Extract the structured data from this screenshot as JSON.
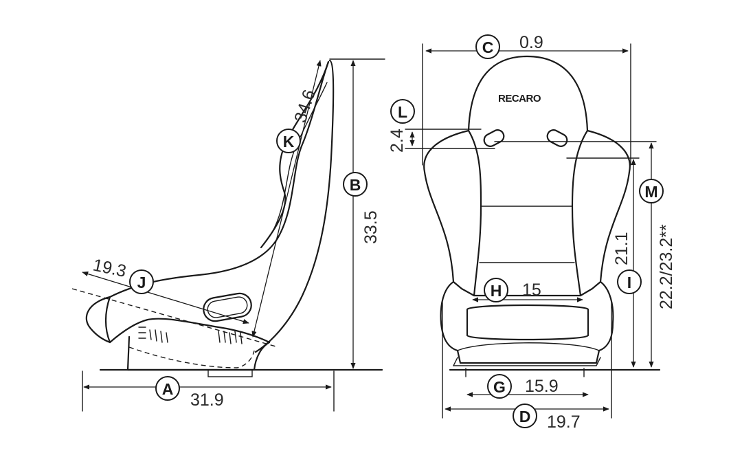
{
  "brand": "RECARO",
  "dimensions": [
    {
      "id": "A",
      "letter": "A",
      "value": "31.9"
    },
    {
      "id": "B",
      "letter": "B",
      "value": "33.5"
    },
    {
      "id": "C",
      "letter": "C",
      "value": "0.9"
    },
    {
      "id": "D",
      "letter": "D",
      "value": "19.7"
    },
    {
      "id": "G",
      "letter": "G",
      "value": "15.9"
    },
    {
      "id": "H",
      "letter": "H",
      "value": "15"
    },
    {
      "id": "I",
      "letter": "I",
      "value": "21.1"
    },
    {
      "id": "J",
      "letter": "J",
      "value": "19.3"
    },
    {
      "id": "K",
      "letter": "K",
      "value": "34.6"
    },
    {
      "id": "L",
      "letter": "L",
      "value": "2.4"
    },
    {
      "id": "M",
      "letter": "M",
      "value": "22.2/23.2**"
    }
  ]
}
